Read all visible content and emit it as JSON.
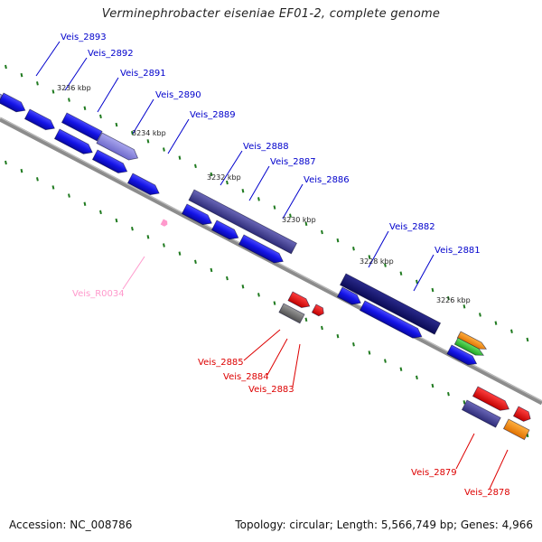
{
  "title": "Verminephrobacter eiseniae EF01-2, complete genome",
  "footer": {
    "accession": "Accession: NC_008786",
    "summary": "Topology: circular; Length: 5,566,749 bp; Genes: 4,966"
  },
  "colors": {
    "backbone": "#8c8c8c",
    "forward_cds": "#1414e6",
    "reverse_cds_light": "#8a86dc",
    "reverse_cds_dark": "#3c3a8c",
    "navy_cds": "#121270",
    "red_feature": "#e60000",
    "gray_feature": "#6e6e6e",
    "orange_feature": "#ff8c00",
    "green_feature": "#32c832",
    "tick": "#1f7a1f",
    "label_blue": "#0000cc",
    "label_red": "#dd0000",
    "label_pink": "#ff99cc"
  },
  "kbp_ticks": [
    "3236 kbp",
    "3234 kbp",
    "3232 kbp",
    "3230 kbp",
    "3228 kbp",
    "3226 kbp"
  ],
  "gene_labels": [
    {
      "text": "Veis_2893",
      "color": "blue"
    },
    {
      "text": "Veis_2892",
      "color": "blue"
    },
    {
      "text": "Veis_2891",
      "color": "blue"
    },
    {
      "text": "Veis_2890",
      "color": "blue"
    },
    {
      "text": "Veis_2889",
      "color": "blue"
    },
    {
      "text": "Veis_2888",
      "color": "blue"
    },
    {
      "text": "Veis_2887",
      "color": "blue"
    },
    {
      "text": "Veis_2886",
      "color": "blue"
    },
    {
      "text": "Veis_2882",
      "color": "blue"
    },
    {
      "text": "Veis_2881",
      "color": "blue"
    },
    {
      "text": "Veis_R0034",
      "color": "pink"
    },
    {
      "text": "Veis_2885",
      "color": "red"
    },
    {
      "text": "Veis_2884",
      "color": "red"
    },
    {
      "text": "Veis_2883",
      "color": "red"
    },
    {
      "text": "Veis_2879",
      "color": "red"
    },
    {
      "text": "Veis_2878",
      "color": "red"
    }
  ]
}
